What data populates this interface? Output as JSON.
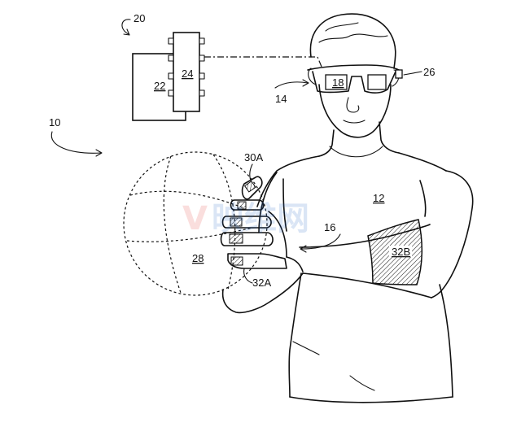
{
  "labels": {
    "system": "10",
    "controller": "20",
    "box_back": "22",
    "chip": "24",
    "glasses_assembly": "14",
    "display": "18",
    "camera": "26",
    "finger_sensor_top": "30A",
    "finger_sensor_bottom": "32A",
    "shirt": "12",
    "arm_sensor": "16",
    "armband": "32B",
    "ball": "28"
  },
  "colors": {
    "line": "#111111",
    "watermark_red": "#e53935",
    "watermark_blue": "#1e66c8"
  },
  "watermark": {
    "logo": "V",
    "text": "映维网"
  }
}
